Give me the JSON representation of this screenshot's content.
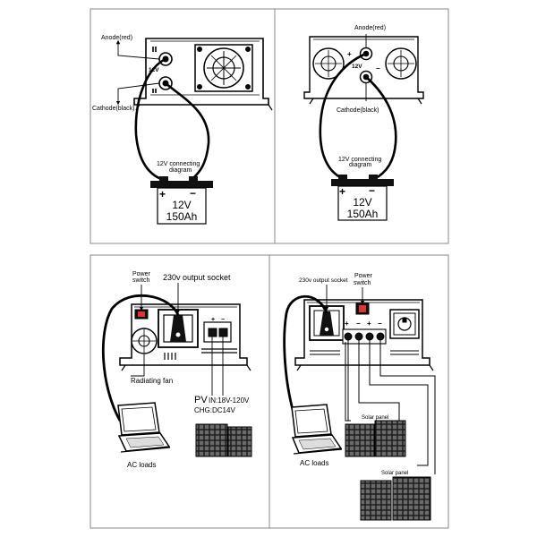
{
  "panel1": {
    "anode_label": "Anode(red)",
    "cathode_label": "Cathode(black)",
    "terminal_label": "12V",
    "diagram_label_line1": "12V connecting",
    "diagram_label_line2": "diagram",
    "battery_plus": "+",
    "battery_minus": "−",
    "battery_voltage": "12V",
    "battery_capacity": "150Ah"
  },
  "panel2": {
    "anode_label": "Anode(red)",
    "cathode_label": "Cathode(black)",
    "terminal_label": "12V",
    "plus_sign": "+",
    "minus_sign": "−",
    "diagram_label_line1": "12V connecting",
    "diagram_label_line2": "diagram",
    "battery_plus": "+",
    "battery_minus": "−",
    "battery_voltage": "12V",
    "battery_capacity": "150Ah"
  },
  "panel3": {
    "power_switch_line1": "Power",
    "power_switch_line2": "switch",
    "output_socket_label": "230v output socket",
    "radiating_fan_label": "Radiating fan",
    "pv_label": "PV",
    "pv_input": "IN:18V-120V",
    "charge_label": "CHG:DC14V",
    "ac_loads_label": "AC loads",
    "pv_plus": "+",
    "pv_minus": "−"
  },
  "panel4": {
    "output_socket_label": "230v output socket",
    "power_switch_line1": "Power",
    "power_switch_line2": "switch",
    "solar_panel_label_1": "Solar panel",
    "solar_panel_label_2": "Solar panel",
    "ac_loads_label": "AC loads",
    "terminal_plus_1": "+",
    "terminal_minus_1": "−",
    "terminal_plus_2": "+",
    "terminal_minus_2": "−"
  }
}
